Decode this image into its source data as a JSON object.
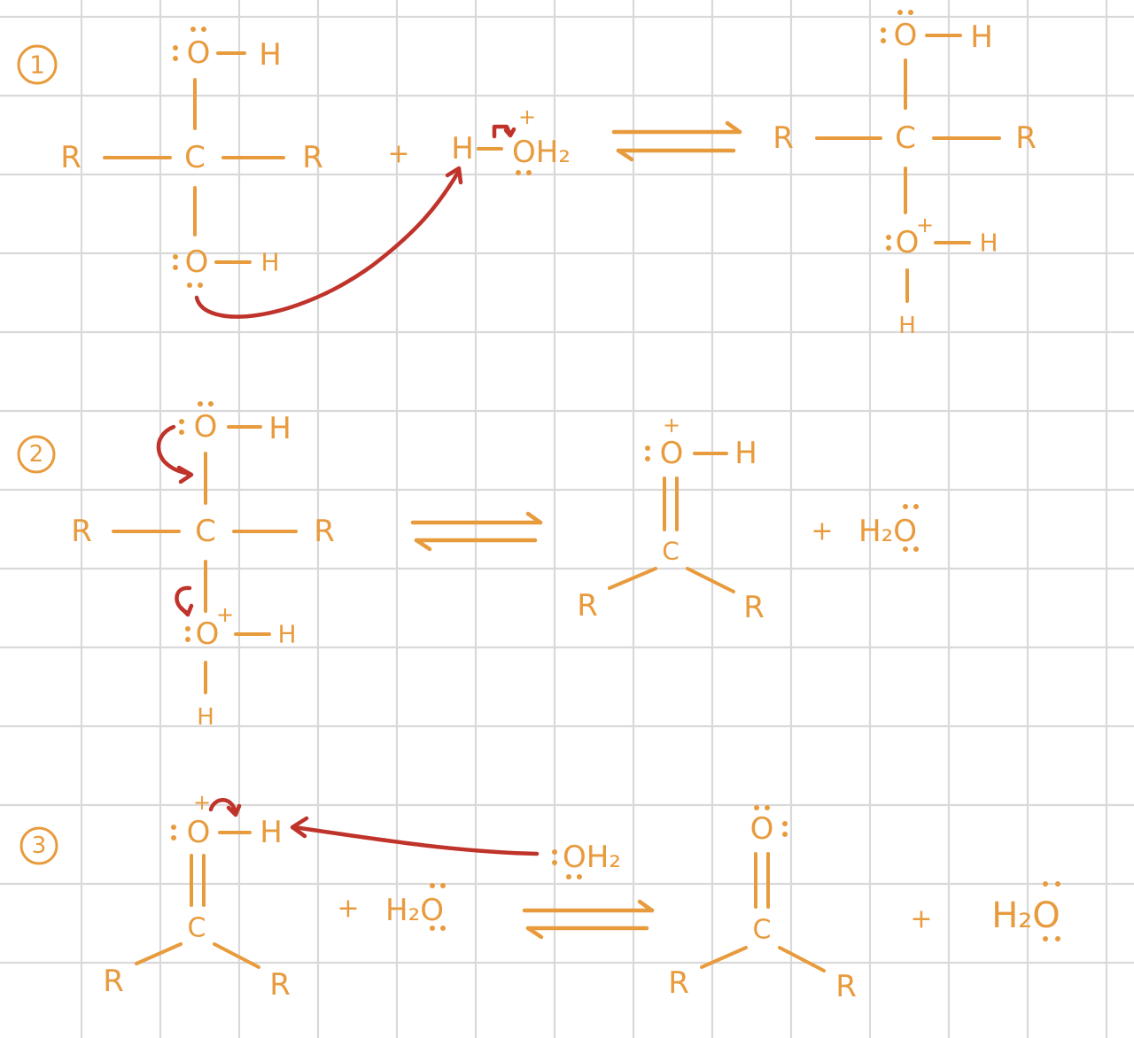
{
  "steps": [
    {
      "number": "1"
    },
    {
      "number": "2"
    },
    {
      "number": "3"
    }
  ],
  "atoms": {
    "O": "O",
    "H": "H",
    "C": "C",
    "R": "R"
  },
  "formulas": {
    "oh2": "OH₂",
    "h2o": "H₂O"
  },
  "symbols": {
    "plus": "+",
    "positive_charge": "+"
  },
  "colors": {
    "structure": "#e89b3d",
    "mechanism_arrow": "#c0332b",
    "grid": "#d9d9d9"
  }
}
